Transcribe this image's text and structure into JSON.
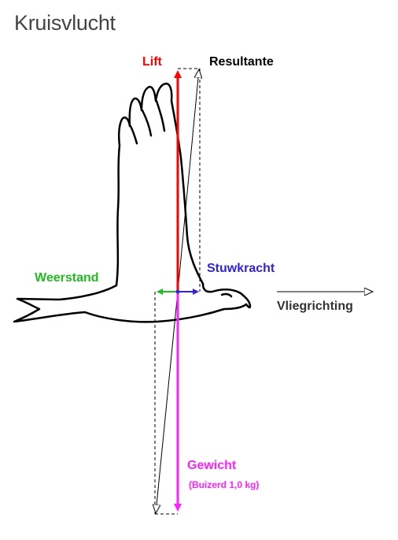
{
  "title": "Kruisvlucht",
  "labels": {
    "lift": "Lift",
    "resultante": "Resultante",
    "weerstand": "Weerstand",
    "stuwkracht": "Stuwkracht",
    "vliegrichting": "Vliegrichting",
    "gewicht": "Gewicht",
    "buizerd": "(Buizerd 1,0 kg)"
  },
  "colors": {
    "lift": "#ff0000",
    "resultante": "#000000",
    "weerstand": "#22bb22",
    "stuwkracht": "#3322dd",
    "vliegrichting": "#333333",
    "gewicht": "#ff22ff",
    "title": "#444444"
  }
}
